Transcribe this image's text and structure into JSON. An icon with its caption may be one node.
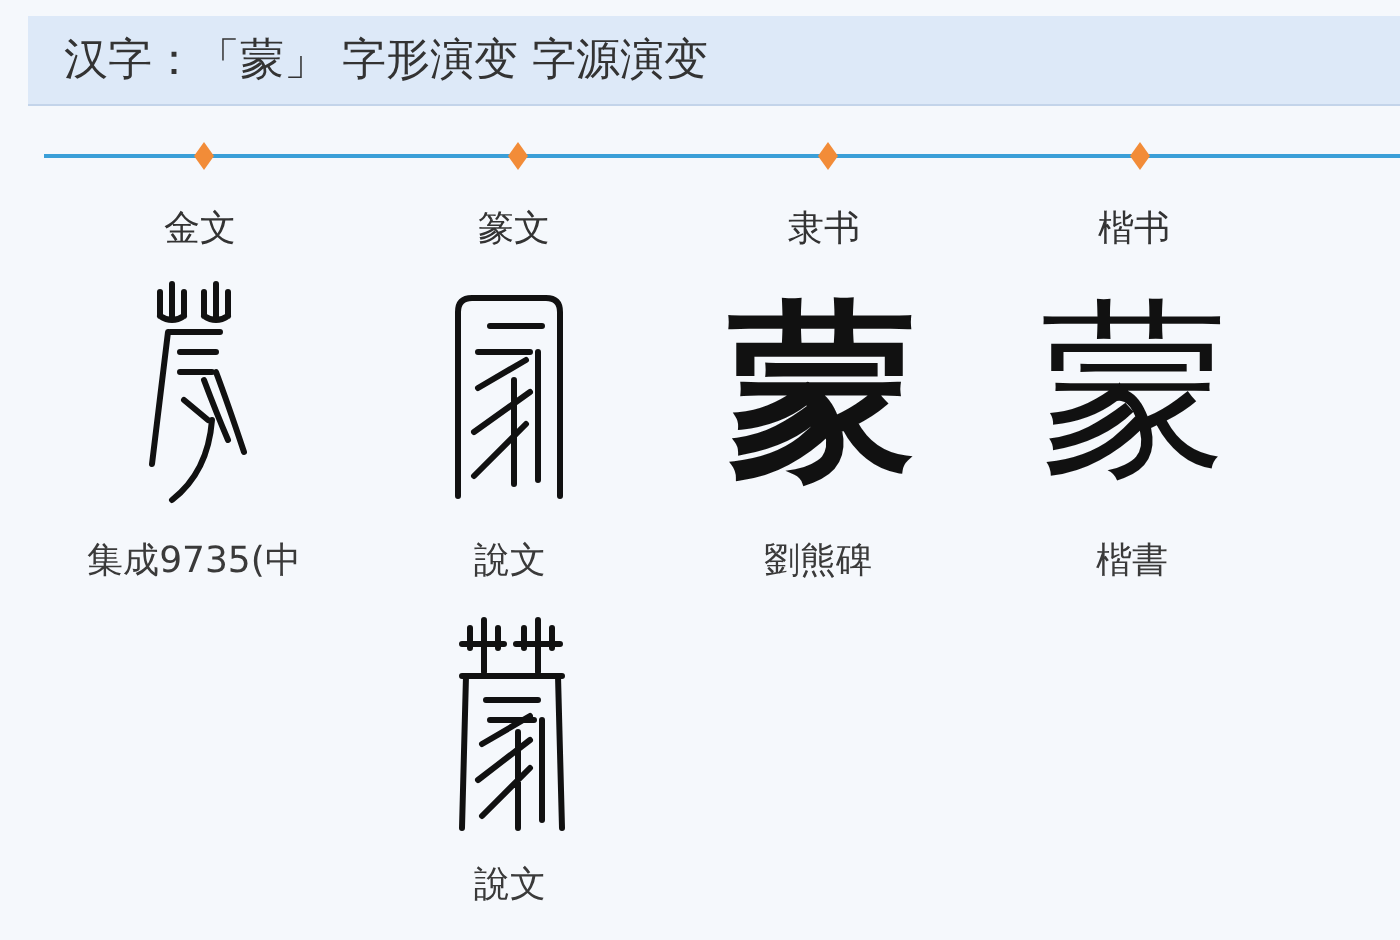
{
  "diagram": {
    "title": "汉字：「蒙」 字形演变 字源演变",
    "labels": [
      "金文",
      "篆文",
      "隶书",
      "楷书",
      "蒙",
      "蒙",
      "集成9735(中",
      "說文",
      "劉熊碑",
      "楷書",
      "說文"
    ]
  }
}
